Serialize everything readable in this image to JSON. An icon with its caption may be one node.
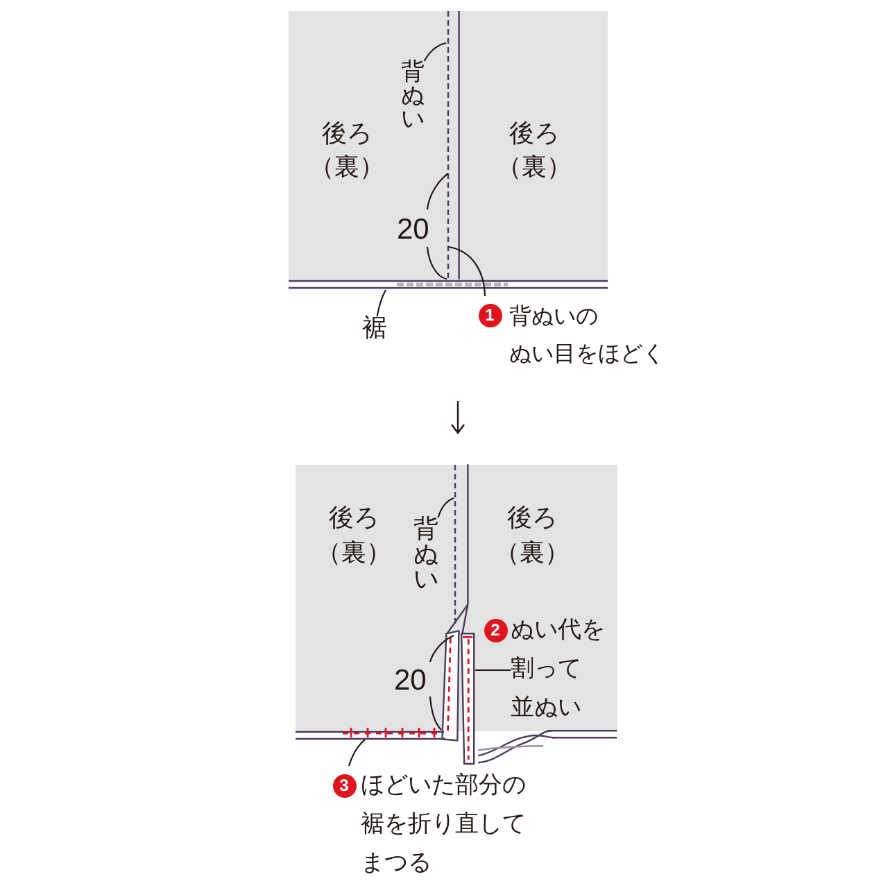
{
  "diagram": {
    "nodes": [
      {
        "text": [
          "後ろ（裏）"
        ]
      },
      {
        "text": [],
        "shape": "line",
        "in": 0
      },
      {
        "text": [
          "背ぬい"
        ],
        "in": 0
      },
      {
        "text": [
          "後ろ（裏）"
        ]
      },
      {
        "text": [],
        "shape": "line"
      },
      {
        "text": [
          "裾"
        ]
      },
      {
        "text": [
          "1",
          "背ぬいのぬい目をほどく"
        ]
      },
      {
        "text": [
          "後ろ（裏）"
        ]
      },
      {
        "text": [],
        "shape": "line",
        "in": 7
      },
      {
        "text": [
          "背ぬい"
        ],
        "in": 7
      },
      {
        "text": [
          "後ろ（裏）"
        ]
      },
      {
        "text": [
          "2"
        ],
        "in": 10
      },
      {
        "text": [
          "ぬい代を割って並ぬい"
        ],
        "in": 10
      },
      {
        "text": [],
        "shape": "bar"
      },
      {
        "text": [],
        "shape": "line"
      },
      {
        "text": [
          "3",
          "ほどいた部分の裾を折り直してまつる"
        ]
      }
    ],
    "edges": [
      {
        "from": 2,
        "to": 1,
        "arrow": "none"
      },
      {
        "from": 5,
        "to": 4,
        "arrow": "none"
      },
      {
        "from": 6,
        "to": 1,
        "arrow": "none"
      },
      {
        "from": 9,
        "to": 8,
        "arrow": "none"
      },
      {
        "from": 12,
        "to": 13,
        "arrow": "none"
      },
      {
        "from": 15,
        "to": 14,
        "arrow": "none"
      }
    ],
    "labels": [
      "20",
      "20"
    ]
  }
}
